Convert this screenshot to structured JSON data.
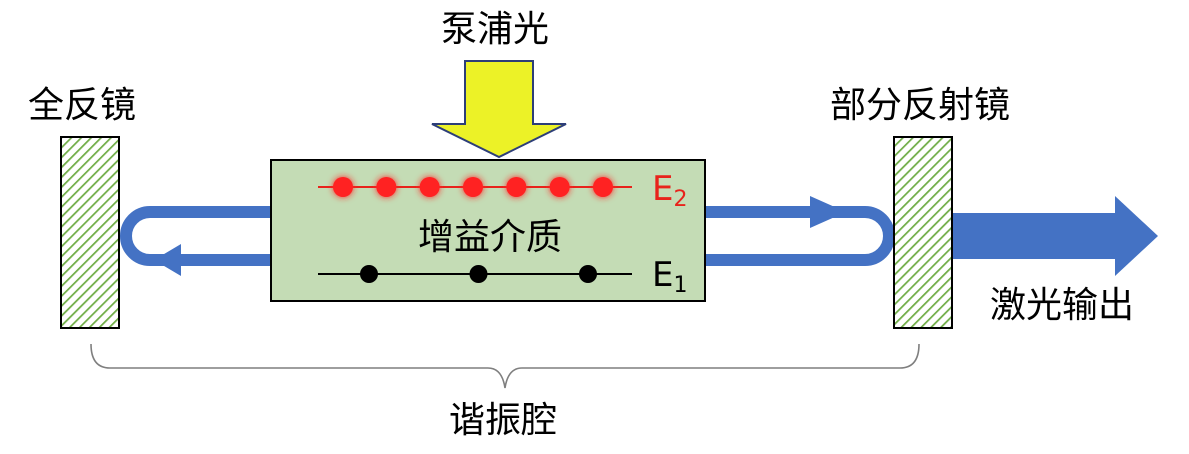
{
  "labels": {
    "pump": "泵浦光",
    "full_mirror": "全反镜",
    "partial_mirror": "部分反射镜",
    "gain_medium": "增益介质",
    "laser_output": "激光输出",
    "cavity": "谐振腔"
  },
  "levels": {
    "upper": {
      "letter": "E",
      "sub": "2",
      "color": "#e8231b",
      "atoms": 7
    },
    "lower": {
      "letter": "E",
      "sub": "1",
      "color": "#000000",
      "atoms": 3
    }
  },
  "colors": {
    "beam": "#4472c4",
    "pump_arrow_fill": "#ecf227",
    "pump_arrow_stroke": "#2d3e78",
    "medium_fill": "#c4dcb5",
    "mirror_hatch": "#70ad47",
    "atom_excited": "#ff2020",
    "atom_ground": "#000000"
  }
}
